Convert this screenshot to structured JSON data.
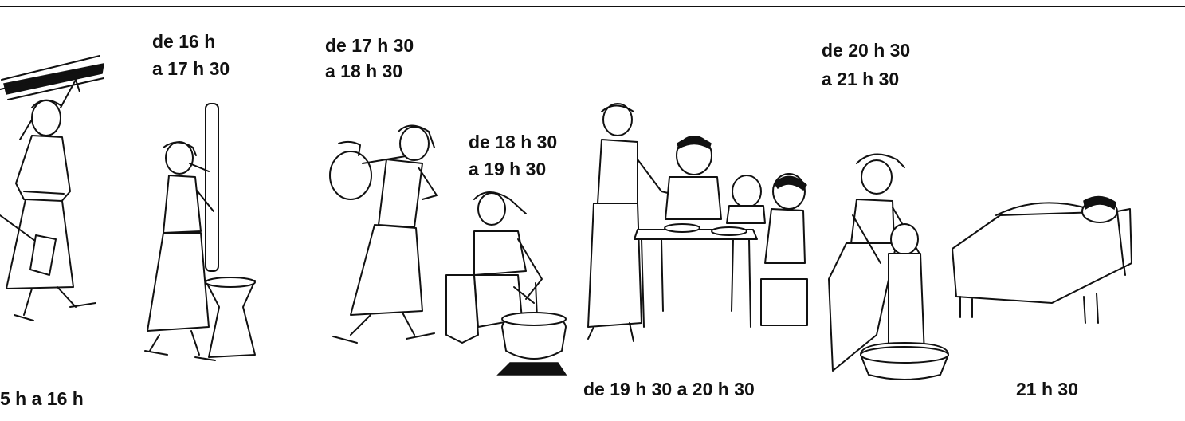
{
  "labels": {
    "t1": "5 h a 16 h",
    "t2_line1": "de 16 h",
    "t2_line2": "a 17 h 30",
    "t3_line1": "de 17 h 30",
    "t3_line2": "a 18 h 30",
    "t4_line1": "de 18 h 30",
    "t4_line2": "a 19 h 30",
    "t5": "de 19 h 30 a 20 h 30",
    "t6_line1": "de 20 h 30",
    "t6_line2": "a 21 h 30",
    "t7": "21 h 30"
  }
}
